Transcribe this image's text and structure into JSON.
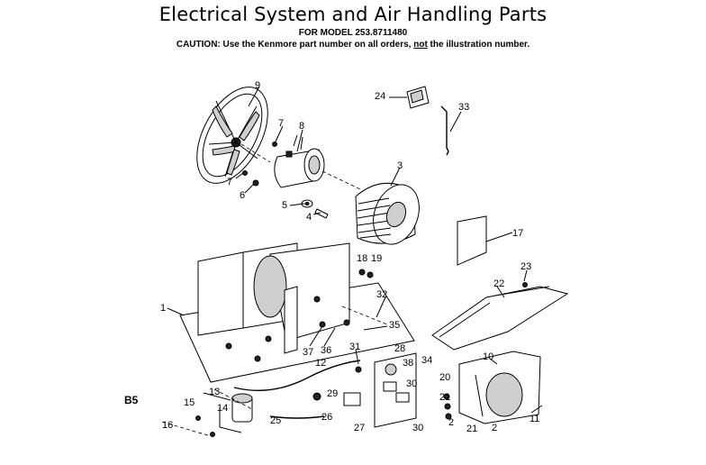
{
  "header": {
    "title": "Electrical System and Air Handling Parts",
    "subtitle": "FOR MODEL 253.8711480",
    "caution_pre": "CAUTION: Use the Kenmore part number on all orders, ",
    "caution_not": "not",
    "caution_post": " the illustration number."
  },
  "page_code": "B5",
  "callouts": {
    "c9": "9",
    "c7a": "7",
    "c8": "8",
    "c7b": "7",
    "c6": "6",
    "c5": "5",
    "c4": "4",
    "c3": "3",
    "c24": "24",
    "c33": "33",
    "c17": "17",
    "c1": "1",
    "c18": "18",
    "c19": "19",
    "c32": "32",
    "c22": "22",
    "c23": "23",
    "c35": "35",
    "c37": "37",
    "c36": "36",
    "c31": "31",
    "c28": "28",
    "c34": "34",
    "c10": "10",
    "c38": "38",
    "c12": "12",
    "c20": "20",
    "c30a": "30",
    "c29": "29",
    "c13": "13",
    "c15": "15",
    "c14": "14",
    "c26": "26",
    "c25": "25",
    "c27": "27",
    "c30b": "30",
    "c16": "16",
    "c21a": "21",
    "c21b": "21",
    "c2a": "2",
    "c2b": "2",
    "c11": "11"
  }
}
